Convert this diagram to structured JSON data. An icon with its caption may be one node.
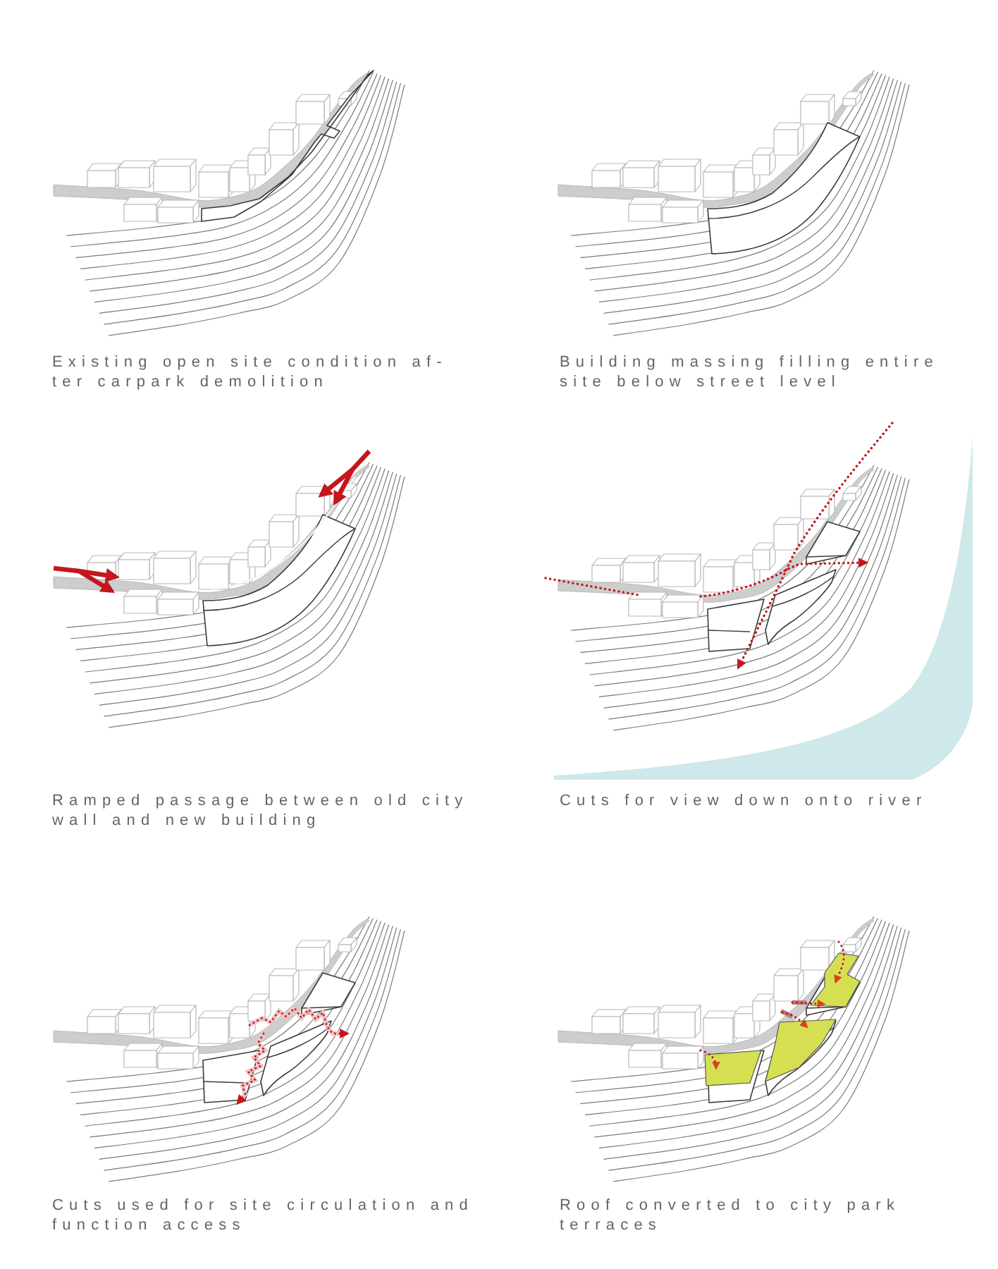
{
  "diagram": {
    "labels": [
      "Existing open site condition af- ter carpark demolition",
      "Building massing filling entire site below street level",
      "Ramped passage between old city wall and new building",
      "Cuts for view down onto river",
      "Cuts used for site circulation and function access",
      "Roof converted to city park terraces"
    ]
  }
}
